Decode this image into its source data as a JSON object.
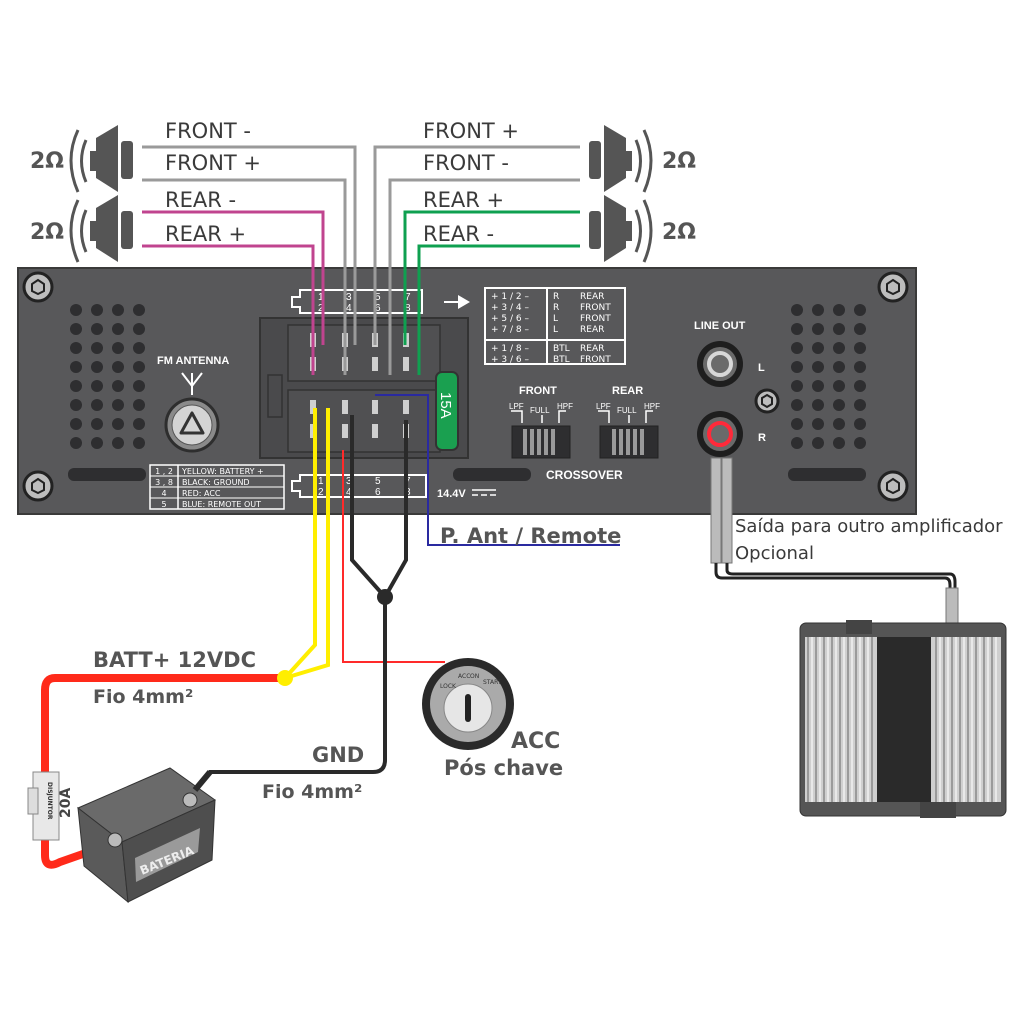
{
  "speakers": {
    "left_front": {
      "impedance": "2Ω",
      "minus": "FRONT -",
      "plus": "FRONT +"
    },
    "left_rear": {
      "impedance": "2Ω",
      "minus": "REAR -",
      "plus": "REAR +"
    },
    "right_front": {
      "impedance": "2Ω",
      "plus": "FRONT +",
      "minus": "FRONT -"
    },
    "right_rear": {
      "impedance": "2Ω",
      "plus": "REAR +",
      "minus": "REAR -"
    }
  },
  "connector_top": {
    "pins_row1": [
      "1",
      "3",
      "5",
      "7"
    ],
    "pins_row2": [
      "2",
      "4",
      "6",
      "8"
    ]
  },
  "connector_bottom": {
    "pins_row1": [
      "1",
      "3",
      "5",
      "7"
    ],
    "pins_row2": [
      "2",
      "4",
      "6",
      "8"
    ]
  },
  "speaker_table": {
    "rows": [
      {
        "pins": "+ 1 / 2 –",
        "side": "R",
        "pos": "REAR"
      },
      {
        "pins": "+ 3 / 4 –",
        "side": "R",
        "pos": "FRONT"
      },
      {
        "pins": "+ 5 / 6 –",
        "side": "L",
        "pos": "FRONT"
      },
      {
        "pins": "+ 7 / 8 –",
        "side": "L",
        "pos": "REAR"
      }
    ],
    "btl_rows": [
      {
        "pins": "+ 1 / 8 –",
        "side": "BTL",
        "pos": "REAR"
      },
      {
        "pins": "+ 3 / 6 –",
        "side": "BTL",
        "pos": "FRONT"
      }
    ]
  },
  "power_table": {
    "rows": [
      {
        "pins": "1 , 2",
        "desc": "YELLOW: BATTERY +"
      },
      {
        "pins": "3 , 8",
        "desc": "BLACK: GROUND"
      },
      {
        "pins": "4",
        "desc": "RED: ACC"
      },
      {
        "pins": "5",
        "desc": "BLUE: REMOTE OUT"
      }
    ]
  },
  "panel": {
    "fm_antenna": "FM ANTENNA",
    "fuse": "15A",
    "voltage": "14.4V",
    "line_out": "LINE OUT",
    "line_out_l": "L",
    "line_out_r": "R",
    "crossover": {
      "title": "CROSSOVER",
      "front_label": "FRONT",
      "rear_label": "REAR",
      "options": [
        "LPF",
        "FULL",
        "HPF"
      ]
    }
  },
  "labels": {
    "remote": "P. Ant / Remote",
    "rca_out_1": "Saída para outro amplificador",
    "rca_out_2": "Opcional",
    "batt": "BATT+ 12VDC",
    "batt_wire": "Fio 4mm²",
    "gnd": "GND",
    "gnd_wire": "Fio 4mm²",
    "acc": "ACC",
    "acc_sub": "Pós chave",
    "breaker_label": "DISJUNTOR",
    "breaker_rating": "20A",
    "battery": "BATERIA",
    "ignition_positions": [
      "LOCK",
      "ACC",
      "ON",
      "START"
    ]
  },
  "colors": {
    "panel": "#5a5a5c",
    "front_wire": "#9a9a9a",
    "rear_left_wire": "#c0448f",
    "rear_right_wire": "#0fa050",
    "battery_wire": "#ff2a1a",
    "yellow_wire": "#ffee00",
    "ground_wire": "#2a2a2a",
    "acc_wire": "#ff2a2a",
    "remote_wire": "#2a2aa0",
    "fuse": "#1aa050"
  }
}
